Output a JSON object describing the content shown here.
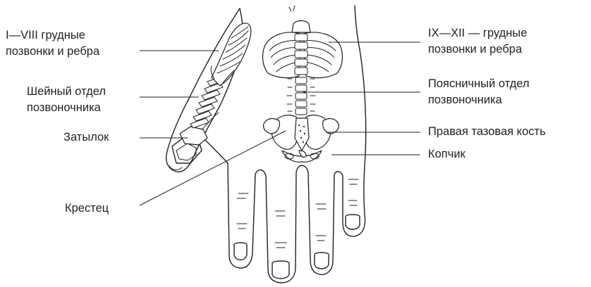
{
  "labels": {
    "thoracic_1_8": [
      "I—VIII грудные",
      "позвонки и ребра"
    ],
    "cervical": [
      "Шейный отдел",
      "позвоночника"
    ],
    "occiput": [
      "Затылок"
    ],
    "thoracic_9_12": [
      "IX—XII — грудные",
      "позвонки и ребра"
    ],
    "lumbar": [
      "Поясничный отдел",
      "позвоночника"
    ],
    "right_pelvic": [
      "Правая тазовая кость"
    ],
    "coccyx": [
      "Копчик"
    ],
    "sacrum": [
      "Крестец"
    ]
  },
  "colors": {
    "ink": "#231f20",
    "background": "#ffffff"
  }
}
